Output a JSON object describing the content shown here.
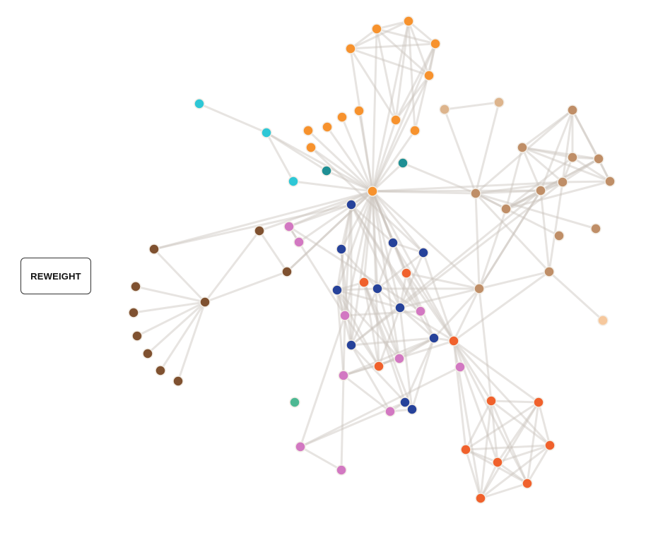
{
  "controls": {
    "reweight_label": "REWEIGHT"
  },
  "colors": {
    "orange": "#f7922d",
    "cyan": "#2ec7d6",
    "teal": "#1f8f94",
    "navy": "#26429a",
    "pink": "#d278c2",
    "brown": "#7f5130",
    "tan": "#bf8e67",
    "red_orange": "#f0612c",
    "sand": "#ddb48c",
    "peach": "#f6c89d",
    "green": "#4db893"
  },
  "graph": {
    "nodes": [
      {
        "id": 0,
        "group": "orange"
      },
      {
        "id": 1,
        "group": "orange"
      },
      {
        "id": 2,
        "group": "orange"
      },
      {
        "id": 3,
        "group": "orange"
      },
      {
        "id": 4,
        "group": "orange"
      },
      {
        "id": 5,
        "group": "orange"
      },
      {
        "id": 6,
        "group": "orange"
      },
      {
        "id": 7,
        "group": "orange"
      },
      {
        "id": 8,
        "group": "orange"
      },
      {
        "id": 9,
        "group": "orange"
      },
      {
        "id": 10,
        "group": "orange"
      },
      {
        "id": 11,
        "group": "orange"
      },
      {
        "id": 12,
        "group": "orange"
      },
      {
        "id": 13,
        "group": "cyan"
      },
      {
        "id": 14,
        "group": "cyan"
      },
      {
        "id": 15,
        "group": "cyan"
      },
      {
        "id": 16,
        "group": "teal"
      },
      {
        "id": 17,
        "group": "teal"
      },
      {
        "id": 18,
        "group": "navy"
      },
      {
        "id": 19,
        "group": "navy"
      },
      {
        "id": 20,
        "group": "navy"
      },
      {
        "id": 21,
        "group": "navy"
      },
      {
        "id": 22,
        "group": "navy"
      },
      {
        "id": 23,
        "group": "navy"
      },
      {
        "id": 24,
        "group": "navy"
      },
      {
        "id": 25,
        "group": "navy"
      },
      {
        "id": 26,
        "group": "navy"
      },
      {
        "id": 27,
        "group": "navy"
      },
      {
        "id": 28,
        "group": "navy"
      },
      {
        "id": 29,
        "group": "pink"
      },
      {
        "id": 30,
        "group": "pink"
      },
      {
        "id": 31,
        "group": "pink"
      },
      {
        "id": 32,
        "group": "pink"
      },
      {
        "id": 33,
        "group": "pink"
      },
      {
        "id": 34,
        "group": "pink"
      },
      {
        "id": 35,
        "group": "pink"
      },
      {
        "id": 36,
        "group": "pink"
      },
      {
        "id": 37,
        "group": "pink"
      },
      {
        "id": 38,
        "group": "pink"
      },
      {
        "id": 39,
        "group": "brown"
      },
      {
        "id": 40,
        "group": "brown"
      },
      {
        "id": 41,
        "group": "brown"
      },
      {
        "id": 42,
        "group": "brown"
      },
      {
        "id": 43,
        "group": "brown"
      },
      {
        "id": 44,
        "group": "brown"
      },
      {
        "id": 45,
        "group": "brown"
      },
      {
        "id": 46,
        "group": "brown"
      },
      {
        "id": 47,
        "group": "brown"
      },
      {
        "id": 48,
        "group": "brown"
      },
      {
        "id": 49,
        "group": "sand"
      },
      {
        "id": 50,
        "group": "sand"
      },
      {
        "id": 51,
        "group": "tan"
      },
      {
        "id": 52,
        "group": "tan"
      },
      {
        "id": 53,
        "group": "tan"
      },
      {
        "id": 54,
        "group": "tan"
      },
      {
        "id": 55,
        "group": "tan"
      },
      {
        "id": 56,
        "group": "tan"
      },
      {
        "id": 57,
        "group": "tan"
      },
      {
        "id": 58,
        "group": "tan"
      },
      {
        "id": 59,
        "group": "tan"
      },
      {
        "id": 60,
        "group": "tan"
      },
      {
        "id": 61,
        "group": "tan"
      },
      {
        "id": 62,
        "group": "tan"
      },
      {
        "id": 63,
        "group": "tan"
      },
      {
        "id": 64,
        "group": "peach"
      },
      {
        "id": 65,
        "group": "red_orange"
      },
      {
        "id": 66,
        "group": "red_orange"
      },
      {
        "id": 67,
        "group": "red_orange"
      },
      {
        "id": 68,
        "group": "red_orange"
      },
      {
        "id": 69,
        "group": "red_orange"
      },
      {
        "id": 70,
        "group": "red_orange"
      },
      {
        "id": 71,
        "group": "red_orange"
      },
      {
        "id": 72,
        "group": "red_orange"
      },
      {
        "id": 73,
        "group": "red_orange"
      },
      {
        "id": 74,
        "group": "red_orange"
      },
      {
        "id": 75,
        "group": "red_orange"
      },
      {
        "id": 76,
        "group": "green"
      }
    ],
    "links": [
      [
        0,
        1
      ],
      [
        0,
        2
      ],
      [
        0,
        3
      ],
      [
        0,
        4
      ],
      [
        0,
        5
      ],
      [
        1,
        2
      ],
      [
        1,
        3
      ],
      [
        1,
        4
      ],
      [
        1,
        5
      ],
      [
        2,
        3
      ],
      [
        2,
        4
      ],
      [
        2,
        5
      ],
      [
        3,
        4
      ],
      [
        3,
        5
      ],
      [
        4,
        5
      ],
      [
        0,
        12
      ],
      [
        1,
        12
      ],
      [
        2,
        12
      ],
      [
        3,
        12
      ],
      [
        4,
        12
      ],
      [
        5,
        12
      ],
      [
        1,
        10
      ],
      [
        2,
        10
      ],
      [
        6,
        12
      ],
      [
        7,
        12
      ],
      [
        8,
        12
      ],
      [
        9,
        12
      ],
      [
        10,
        12
      ],
      [
        11,
        12
      ],
      [
        16,
        12
      ],
      [
        17,
        12
      ],
      [
        13,
        14
      ],
      [
        14,
        12
      ],
      [
        14,
        15
      ],
      [
        14,
        16
      ],
      [
        15,
        12
      ],
      [
        18,
        12
      ],
      [
        19,
        12
      ],
      [
        20,
        12
      ],
      [
        21,
        12
      ],
      [
        22,
        12
      ],
      [
        23,
        12
      ],
      [
        24,
        12
      ],
      [
        25,
        12
      ],
      [
        26,
        12
      ],
      [
        11,
        21
      ],
      [
        12,
        29
      ],
      [
        12,
        30
      ],
      [
        12,
        31
      ],
      [
        12,
        32
      ],
      [
        12,
        33
      ],
      [
        12,
        65
      ],
      [
        12,
        66
      ],
      [
        12,
        56
      ],
      [
        12,
        57
      ],
      [
        12,
        58
      ],
      [
        12,
        39
      ],
      [
        12,
        40
      ],
      [
        12,
        42
      ],
      [
        12,
        60
      ],
      [
        17,
        56
      ],
      [
        18,
        19
      ],
      [
        18,
        20
      ],
      [
        18,
        23
      ],
      [
        18,
        24
      ],
      [
        18,
        25
      ],
      [
        18,
        26
      ],
      [
        18,
        31
      ],
      [
        18,
        32
      ],
      [
        18,
        29
      ],
      [
        18,
        42
      ],
      [
        19,
        22
      ],
      [
        19,
        25
      ],
      [
        19,
        31
      ],
      [
        20,
        21
      ],
      [
        20,
        22
      ],
      [
        20,
        66
      ],
      [
        21,
        22
      ],
      [
        21,
        23
      ],
      [
        21,
        66
      ],
      [
        22,
        23
      ],
      [
        22,
        24
      ],
      [
        22,
        25
      ],
      [
        22,
        33
      ],
      [
        23,
        24
      ],
      [
        23,
        26
      ],
      [
        23,
        28
      ],
      [
        23,
        66
      ],
      [
        24,
        25
      ],
      [
        24,
        31
      ],
      [
        24,
        34
      ],
      [
        24,
        33
      ],
      [
        25,
        26
      ],
      [
        25,
        28
      ],
      [
        25,
        35
      ],
      [
        26,
        27
      ],
      [
        26,
        28
      ],
      [
        26,
        66
      ],
      [
        26,
        34
      ],
      [
        27,
        28
      ],
      [
        27,
        36
      ],
      [
        29,
        30
      ],
      [
        29,
        31
      ],
      [
        29,
        32
      ],
      [
        31,
        32
      ],
      [
        31,
        36
      ],
      [
        31,
        37
      ],
      [
        33,
        34
      ],
      [
        33,
        26
      ],
      [
        34,
        35
      ],
      [
        34,
        66
      ],
      [
        36,
        37
      ],
      [
        36,
        38
      ],
      [
        35,
        27
      ],
      [
        35,
        28
      ],
      [
        39,
        40
      ],
      [
        39,
        41
      ],
      [
        41,
        42
      ],
      [
        41,
        43
      ],
      [
        41,
        44
      ],
      [
        41,
        45
      ],
      [
        41,
        46
      ],
      [
        41,
        47
      ],
      [
        41,
        48
      ],
      [
        41,
        40
      ],
      [
        40,
        12
      ],
      [
        49,
        50
      ],
      [
        49,
        56
      ],
      [
        50,
        56
      ],
      [
        56,
        57
      ],
      [
        56,
        58
      ],
      [
        56,
        59
      ],
      [
        56,
        60
      ],
      [
        56,
        61
      ],
      [
        56,
        62
      ],
      [
        56,
        63
      ],
      [
        56,
        51
      ],
      [
        51,
        52
      ],
      [
        51,
        53
      ],
      [
        51,
        54
      ],
      [
        51,
        55
      ],
      [
        51,
        57
      ],
      [
        51,
        58
      ],
      [
        52,
        53
      ],
      [
        52,
        54
      ],
      [
        52,
        55
      ],
      [
        52,
        57
      ],
      [
        52,
        58
      ],
      [
        52,
        59
      ],
      [
        53,
        54
      ],
      [
        53,
        55
      ],
      [
        53,
        58
      ],
      [
        53,
        59
      ],
      [
        54,
        55
      ],
      [
        54,
        57
      ],
      [
        54,
        58
      ],
      [
        54,
        59
      ],
      [
        55,
        59
      ],
      [
        55,
        58
      ],
      [
        57,
        58
      ],
      [
        57,
        59
      ],
      [
        57,
        60
      ],
      [
        57,
        61
      ],
      [
        58,
        59
      ],
      [
        58,
        61
      ],
      [
        60,
        61
      ],
      [
        61,
        64
      ],
      [
        60,
        59
      ],
      [
        60,
        57
      ],
      [
        60,
        66
      ],
      [
        60,
        65
      ],
      [
        60,
        67
      ],
      [
        60,
        23
      ],
      [
        60,
        26
      ],
      [
        60,
        22
      ],
      [
        61,
        66
      ],
      [
        57,
        25
      ],
      [
        58,
        25
      ],
      [
        65,
        66
      ],
      [
        65,
        23
      ],
      [
        66,
        67
      ],
      [
        66,
        68
      ],
      [
        66,
        69
      ],
      [
        66,
        70
      ],
      [
        66,
        71
      ],
      [
        66,
        72
      ],
      [
        66,
        73
      ],
      [
        67,
        68
      ],
      [
        67,
        69
      ],
      [
        67,
        70
      ],
      [
        67,
        71
      ],
      [
        67,
        72
      ],
      [
        67,
        73
      ],
      [
        68,
        69
      ],
      [
        68,
        70
      ],
      [
        68,
        71
      ],
      [
        68,
        72
      ],
      [
        68,
        73
      ],
      [
        69,
        70
      ],
      [
        69,
        71
      ],
      [
        69,
        72
      ],
      [
        69,
        73
      ],
      [
        70,
        71
      ],
      [
        70,
        72
      ],
      [
        70,
        73
      ],
      [
        71,
        72
      ],
      [
        71,
        73
      ],
      [
        72,
        73
      ],
      [
        74,
        24
      ],
      [
        74,
        31
      ],
      [
        74,
        23
      ],
      [
        74,
        75
      ],
      [
        75,
        24
      ],
      [
        75,
        28
      ],
      [
        75,
        33
      ],
      [
        75,
        27
      ],
      [
        74,
        12
      ],
      [
        75,
        12
      ],
      [
        74,
        26
      ]
    ]
  }
}
